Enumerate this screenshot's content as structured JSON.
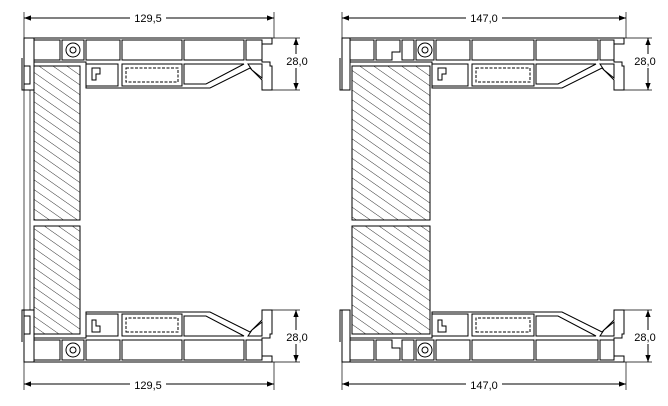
{
  "left": {
    "width_top": "129,5",
    "width_bottom": "129,5",
    "height_top": "28,0",
    "height_bottom": "28,0"
  },
  "right": {
    "width_top": "147,0",
    "width_bottom": "147,0",
    "height_top": "28,0",
    "height_bottom": "28,0"
  }
}
